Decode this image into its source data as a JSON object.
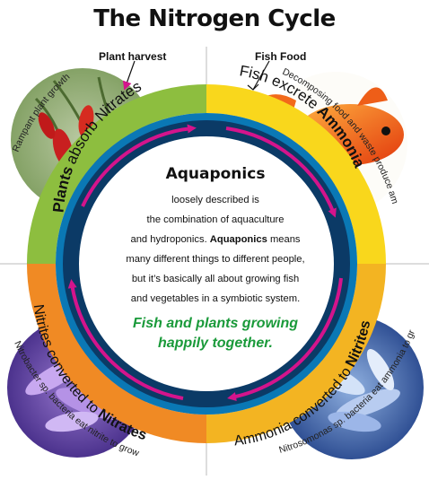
{
  "title": "The Nitrogen Cycle",
  "labels": {
    "plant_harvest": "Plant harvest",
    "fish_food": "Fish Food",
    "rampant_growth": "Rampant plant growth",
    "decomposing": "Decomposing food and waste produce ammonia",
    "nitrobacter": "Nitrobacter sp. bacteria eat nitrite to grow",
    "nitrosomonas": "Nitrosomonas sp. bacteria eat ammonia to grow"
  },
  "ring": {
    "plants_bold": "Plants",
    "plants_rest": "absorb Nitrates",
    "fish_rest": "Fish excrete",
    "fish_bold": "Ammonia",
    "ammonia_rest": "Ammonia converted to",
    "ammonia_bold": "Nitrites",
    "nitrites_rest": "Nitrites converted to",
    "nitrites_bold": "Nitrates"
  },
  "center": {
    "heading": "Aquaponics",
    "line1": "loosely described is",
    "line2": "the combination of aquaculture",
    "line3_a": "and hydroponics.",
    "line3_bold": "Aquaponics",
    "line3_b": "means",
    "line4": "many different things to different people,",
    "line5": "but it’s basically all about growing fish",
    "line6": "and vegetables in a symbiotic system.",
    "tagline1": "Fish and plants growing",
    "tagline2": "happily together."
  },
  "colors": {
    "green": "#8dbe3f",
    "yellow": "#f9d71c",
    "orange": "#f08a24",
    "blue_ring": "#0a78b5",
    "dark_blue": "#0b3a66",
    "magenta": "#d4148c",
    "tagline": "#1a9a3a"
  }
}
